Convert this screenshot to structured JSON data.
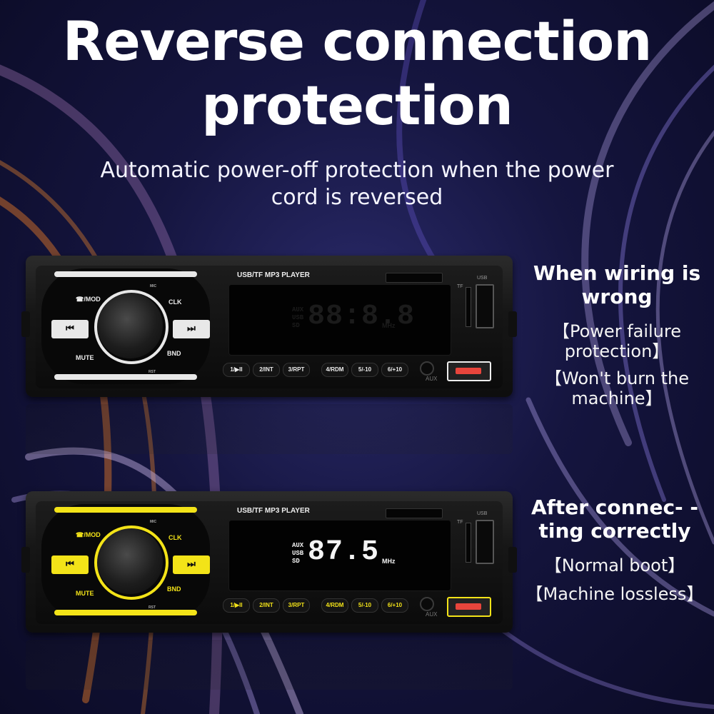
{
  "title": {
    "line1": "Reverse connection",
    "line2": "protection"
  },
  "subtitle": "Automatic power-off protection when the power cord is reversed",
  "colors": {
    "accent_on": "#f3e318",
    "off_white": "#e8e8e8",
    "usb_charge": "#e8453c",
    "background": "#15153f"
  },
  "radio_common": {
    "unit_title": "USB/TF MP3 PLAYER",
    "mod_label": "☎/MOD",
    "clk_label": "CLK",
    "mute_label": "MUTE",
    "bnd_label": "BND",
    "mic_label": "MIC",
    "rst_label": "RST",
    "prev_symbol": "⏮",
    "next_symbol": "⏭",
    "presets": [
      "1/▶II",
      "2/INT",
      "3/RPT",
      "4/RDM",
      "5/-10",
      "6/+10"
    ],
    "aux_label": "AUX",
    "usb_label": "USB",
    "tf_label": "TF",
    "lcd_sources": "AUX\nUSB\nSD",
    "lcd_unit": "MHz"
  },
  "unit_wrong": {
    "state": "off",
    "frequency": "88:8.8",
    "side_heading": "When wiring is wrong",
    "notes": [
      "【Power failure protection】",
      "【Won't burn the machine】"
    ]
  },
  "unit_correct": {
    "state": "on",
    "frequency": "87.5",
    "side_heading": "After connec- -ting correctly",
    "notes": [
      "【Normal boot】",
      "【Machine lossless】"
    ]
  },
  "icons": [
    "phone-icon",
    "prev-track-icon",
    "next-track-icon",
    "volume-knob",
    "usb-port-icon",
    "aux-jack-icon"
  ]
}
